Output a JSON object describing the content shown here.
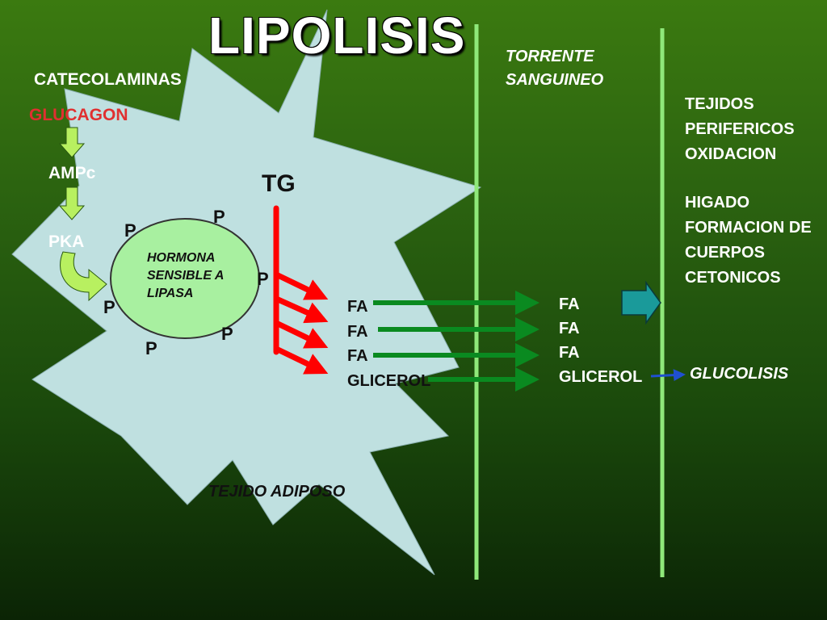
{
  "title": "LIPOLISIS",
  "regions": {
    "blood": [
      "TORRENTE",
      "SANGUINEO"
    ],
    "adipose": "TEJIDO ADIPOSO"
  },
  "signals": {
    "hormones": [
      "CATECOLAMINAS",
      "GLUCAGON"
    ],
    "second_messenger": "AMPc",
    "kinase": "PKA"
  },
  "enzyme": [
    "HORMONA",
    "SENSIBLE A",
    "LIPASA"
  ],
  "phosphate": "P",
  "substrate": "TG",
  "products": [
    "FA",
    "FA",
    "FA",
    "GLICEROL"
  ],
  "blood_products": [
    "FA",
    "FA",
    "FA",
    "GLICEROL"
  ],
  "destinations": {
    "peripheral": [
      "TEJIDOS",
      "PERIFERICOS",
      "OXIDACION"
    ],
    "liver": [
      "HIGADO",
      "FORMACION DE",
      "CUERPOS",
      "CETONICOS"
    ],
    "glycerol": "GLUCOLISIS"
  },
  "colors": {
    "cell_fill": "#bfe0e0",
    "enzyme_fill": "#a8f0a0",
    "membrane_line": "#8fe87a",
    "red_arrow": "#ff0000",
    "green_arrow": "#0a8a20",
    "teal_arrow": "#1a9a9a",
    "blue_arrow": "#2050d0",
    "glucagon_text": "#e03030"
  }
}
